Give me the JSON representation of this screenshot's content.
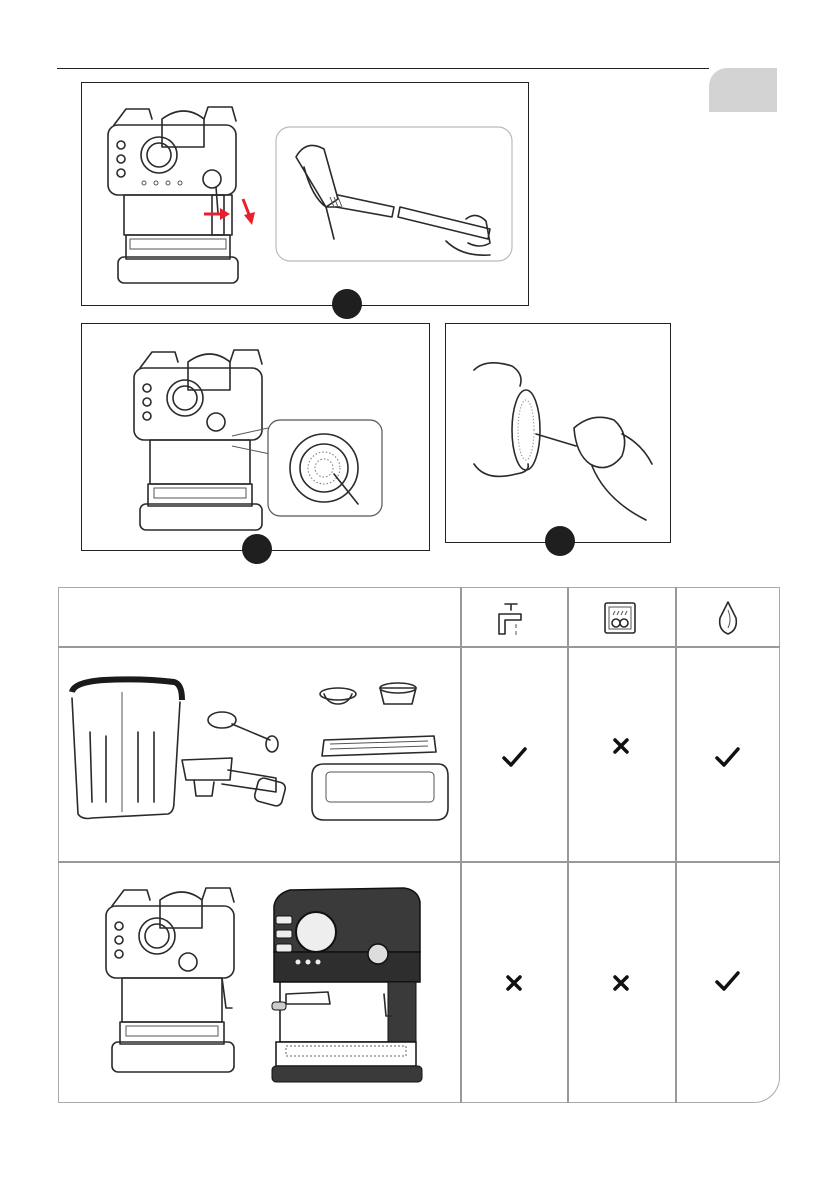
{
  "page": {
    "language_tab": "",
    "step_badges": [
      "",
      "",
      ""
    ]
  },
  "cleaning_table": {
    "header_icons": [
      "tap-water-icon",
      "dishwasher-icon",
      "soft-cloth-icon"
    ],
    "rows": [
      {
        "item": "removable-parts",
        "marks": [
          "check",
          "cross",
          "check"
        ]
      },
      {
        "item": "main-unit",
        "marks": [
          "cross",
          "cross",
          "check"
        ]
      }
    ]
  },
  "colors": {
    "arrow": "#e8202e",
    "tab": "#d3d3d3",
    "outline": "#2a2a2a"
  }
}
